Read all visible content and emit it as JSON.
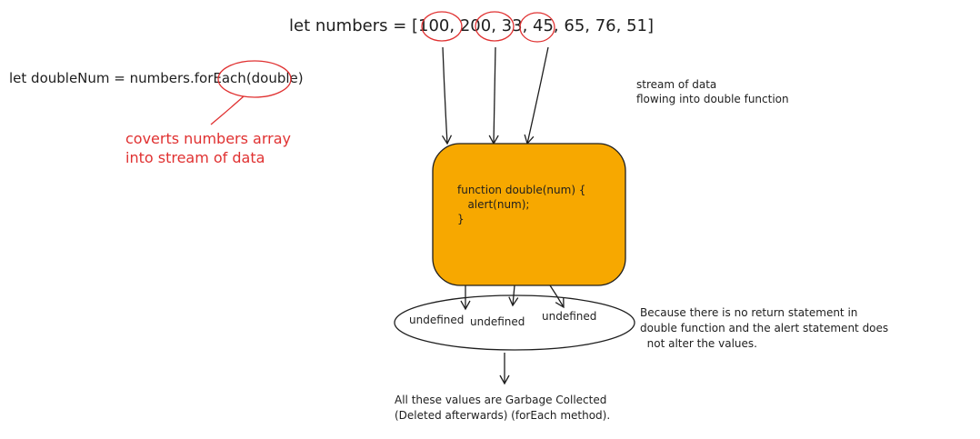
{
  "numbers_line": {
    "prefix": "let numbers = [",
    "items": [
      "100",
      "200",
      "33",
      "45",
      "65",
      "76",
      "51"
    ],
    "suffix": "]"
  },
  "double_num_line": {
    "prefix": "let doubleNum = numbers.",
    "method": "forEach",
    "suffix": "(double)"
  },
  "annotation": {
    "line1": "coverts numbers array",
    "line2": "into stream of data"
  },
  "stream_note": {
    "line1": "stream of data",
    "line2": "flowing into double function"
  },
  "function_box": {
    "line1": "function double(num) {",
    "line2": "   alert(num);",
    "line3": "}"
  },
  "results": {
    "r1": "undefined",
    "r2": "undefined",
    "r3": "undefined"
  },
  "reason_note": {
    "line1": "Because there is no return statement in",
    "line2": "double function and the alert statement does",
    "line3": "  not alter the values."
  },
  "gc_note": {
    "line1": "All these values are Garbage Collected",
    "line2": "(Deleted afterwards) (forEach method)."
  },
  "colors": {
    "ink": "#1e1e1e",
    "annotation_red": "#e03131",
    "function_fill": "#f7a800"
  }
}
